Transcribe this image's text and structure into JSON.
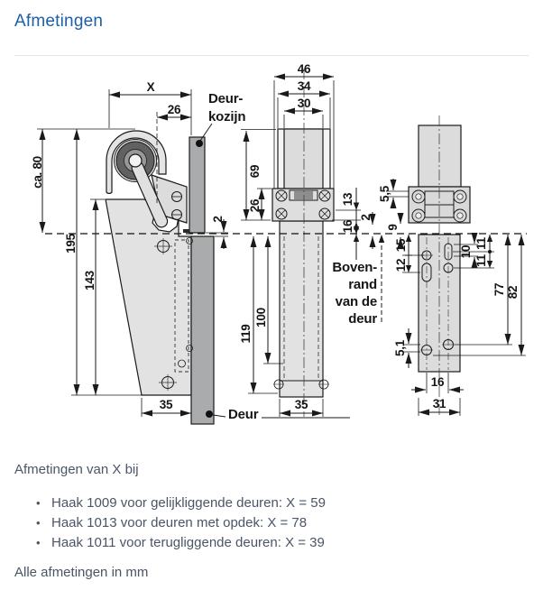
{
  "page": {
    "title": "Afmetingen"
  },
  "drawing": {
    "labels": {
      "deurkozijn_line1": "Deur-",
      "deurkozijn_line2": "kozijn",
      "deur": "Deur",
      "bovenrand": [
        "Boven-",
        "rand",
        "van de",
        "deur"
      ]
    },
    "dims": {
      "left": {
        "x": "X",
        "d26": "26",
        "ca80": "ca. 80",
        "d195": "195",
        "d143": "143",
        "d35": "35",
        "d2": "2"
      },
      "middle": {
        "d46": "46",
        "d34": "34",
        "d30": "30",
        "d69": "69",
        "d26": "26",
        "d13": "13",
        "d16": "16",
        "d2": "2",
        "d100": "100",
        "d119": "119",
        "d35": "35"
      },
      "right": {
        "d55": "5,5",
        "d9": "9",
        "d15": "15",
        "d12": "12",
        "d10": "10",
        "d11a": "11",
        "d11b": "11",
        "d77": "77",
        "d82": "82",
        "d51": "5,1",
        "d16": "16",
        "d31": "31"
      }
    }
  },
  "notes": {
    "intro": "Afmetingen van X bij",
    "bullets": [
      "Haak 1009 voor gelijkliggende deuren: X = 59",
      "Haak 1013 voor deuren met opdek: X = 78",
      "Haak 1011 voor terugliggende deuren: X = 39"
    ],
    "footer": "Alle afmetingen in mm"
  },
  "colors": {
    "title_blue": "#1e5fa8",
    "body_text": "#4a5565",
    "line": "#1a1a1a",
    "part_light": "#dcdcdc",
    "part_mid": "#a9abad",
    "part_dark": "#616161"
  }
}
